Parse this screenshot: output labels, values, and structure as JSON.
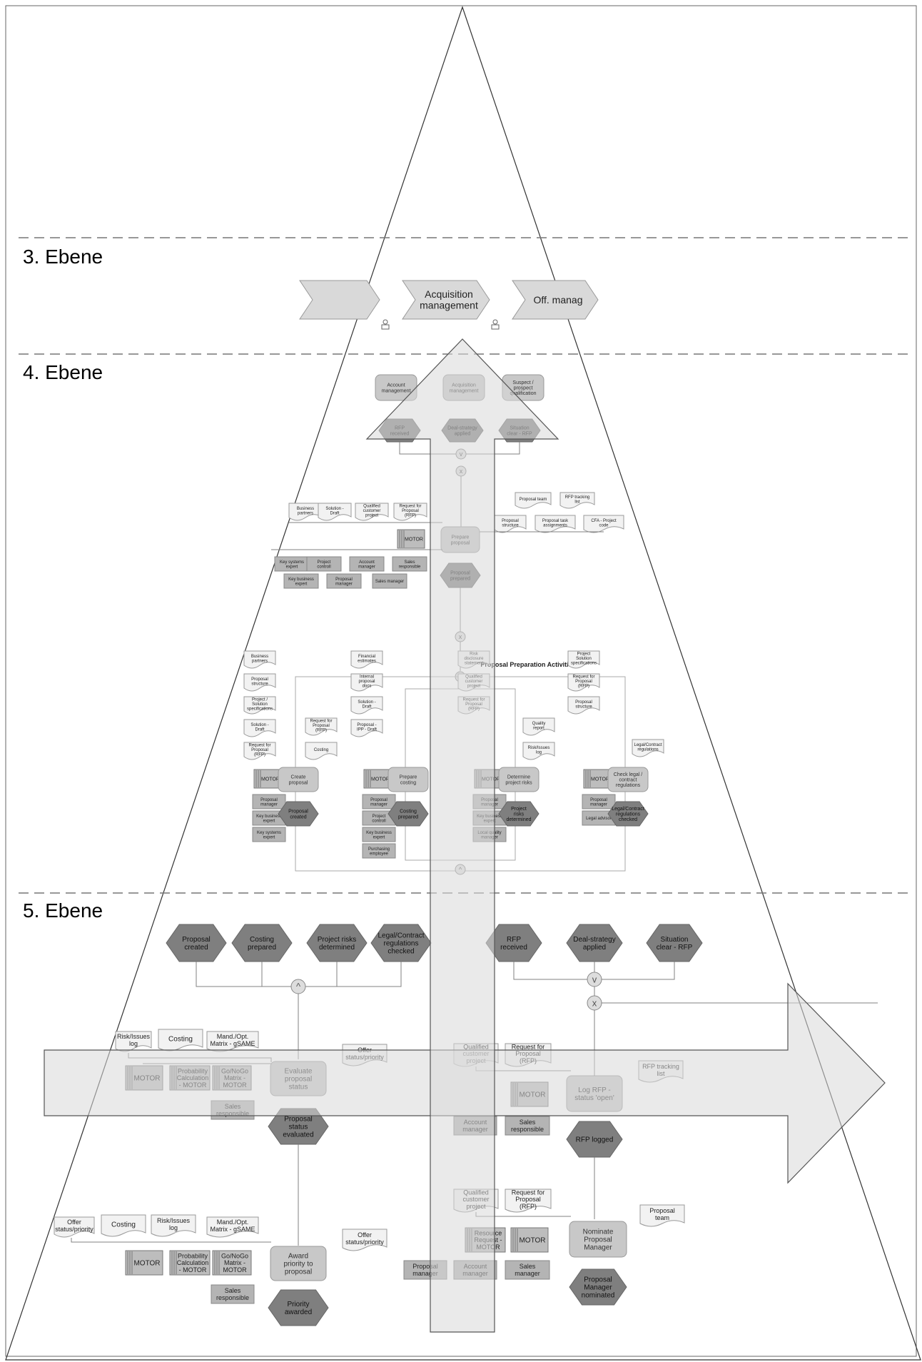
{
  "levels": [
    "3. Ebene",
    "4. Ebene",
    "5. Ebene"
  ],
  "level3": {
    "chevrons": [
      "",
      "Acquisition management",
      "Off. manag"
    ]
  },
  "level4": {
    "top_functions": [
      "Account management",
      "Acquisition management",
      "Suspect / prospect qualification"
    ],
    "top_events": [
      "RFP received",
      "Deal-strategy applied",
      "Situation clear - RFP"
    ],
    "inputs_left": [
      "Business partners",
      "Solution - Draft",
      "Qualified customer project",
      "Request for Proposal (RFP)"
    ],
    "inputs_right": [
      "Proposal team",
      "RFP tracking list",
      "Proposal structure",
      "Proposal task assignments",
      "CFA - Project code"
    ],
    "motor": "MOTOR",
    "prepare_function": "Prepare proposal",
    "roles_row1": [
      "Key systems expert",
      "Project controll",
      "Account manager",
      "Sales responsible"
    ],
    "roles_row2": [
      "Key business expert",
      "Proposal manager",
      "Sales manager"
    ],
    "prepared_event": "Proposal prepared",
    "activities_title": "Proposal Preparation Activities",
    "col1": {
      "inputs": [
        "Business partners",
        "Proposal structure",
        "Project / Solution specifications",
        "Solution - Draft",
        "Request for Proposal (RFP)"
      ],
      "function": "Create proposal",
      "roles": [
        "Proposal manager",
        "Key business expert",
        "Key systems expert"
      ],
      "event": "Proposal created"
    },
    "col2": {
      "inputs": [
        "Financial estimates",
        "Internal proposal docs",
        "Solution - Draft",
        "Proposal - IPP - Draft",
        "Request for Proposal (RFP)",
        "Costing"
      ],
      "function": "Prepare costing",
      "roles": [
        "Proposal manager",
        "Project controll",
        "Key business expert",
        "Purchasing employee"
      ],
      "event": "Costing prepared"
    },
    "col3": {
      "inputs": [
        "Risk disclosure statement",
        "Qualified customer project",
        "Request for Proposal (RFP)",
        "Quality report",
        "Risk/Issues log"
      ],
      "function": "Determine project risks",
      "roles": [
        "Proposal manager",
        "Key business expert",
        "Local quality manager"
      ],
      "event": "Project risks determined"
    },
    "col4": {
      "inputs": [
        "Project Solution specifications",
        "Request for Proposal (RFP)",
        "Proposal structure",
        "Legal/Contract regulations"
      ],
      "function": "Check legal / contract regulations",
      "roles": [
        "Proposal manager",
        "Legal advisor"
      ],
      "event": "Legal/Contract regulations checked"
    }
  },
  "level5": {
    "left_events": [
      "Proposal created",
      "Costing prepared",
      "Project risks determined",
      "Legal/Contract regulations checked"
    ],
    "right_events": [
      "RFP received",
      "Deal-strategy applied",
      "Situation clear - RFP"
    ],
    "evaluate": {
      "inputs": [
        "Risk/Issues log",
        "Costing",
        "Mand./Opt. Matrix - gSAME"
      ],
      "tools": [
        "MOTOR",
        "Probability Calculation - MOTOR",
        "Go/NoGo Matrix - MOTOR"
      ],
      "function": "Evaluate proposal status",
      "output": "Offer status/priority",
      "role": "Sales responsible",
      "event": "Proposal status evaluated"
    },
    "award": {
      "inputs": [
        "Offer status/priority",
        "Costing",
        "Risk/Issues log",
        "Mand./Opt. Matrix - gSAME"
      ],
      "tools": [
        "MOTOR",
        "Probability Calculation - MOTOR",
        "Go/NoGo Matrix - MOTOR"
      ],
      "function": "Award priority to proposal",
      "output": "Offer status/priority",
      "role": "Sales responsible",
      "event": "Priority awarded"
    },
    "logrfp": {
      "inputs": [
        "Qualified customer project",
        "Request for Proposal (RFP)"
      ],
      "tool": "MOTOR",
      "function": "Log RFP - status 'open'",
      "output": "RFP tracking list",
      "roles": [
        "Account manager",
        "Sales responsible"
      ],
      "event": "RFP logged"
    },
    "nominate": {
      "inputs": [
        "Qualified customer project",
        "Request for Proposal (RFP)"
      ],
      "tools": [
        "Resource Request - MOTOR",
        "MOTOR"
      ],
      "function": "Nominate Proposal Manager",
      "output": "Proposal team",
      "roles": [
        "Proposal manager",
        "Account manager",
        "Sales manager"
      ],
      "event": "Proposal Manager nominated"
    }
  },
  "connectors": {
    "and": "^",
    "or": "v",
    "xor": "x"
  },
  "colors": {
    "event": "#7f7f7f",
    "function": "#c8c8c8",
    "role": "#b4b4b4",
    "doc": "#f2f2f2",
    "band": "#d9d9d9",
    "line": "#808080"
  }
}
